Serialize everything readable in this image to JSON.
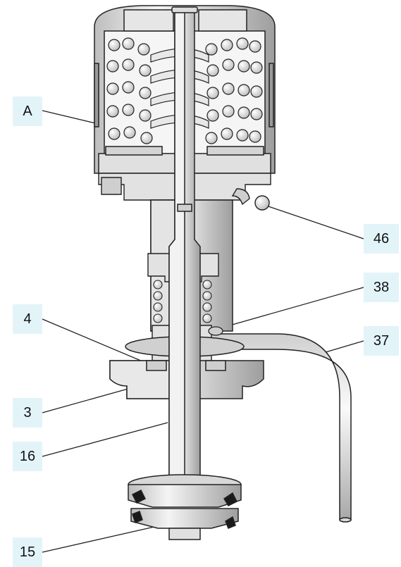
{
  "callouts": {
    "A": "A",
    "p46": "46",
    "p38": "38",
    "p4": "4",
    "p37": "37",
    "p3": "3",
    "p16": "16",
    "p15": "15"
  },
  "colors": {
    "metal_light": "#efefef",
    "metal_mid": "#d6d6d6",
    "metal_dark": "#9a9a9a",
    "outline": "#222222",
    "callout_bg": "#e3f4f9",
    "seal": "#1a1a1a"
  }
}
